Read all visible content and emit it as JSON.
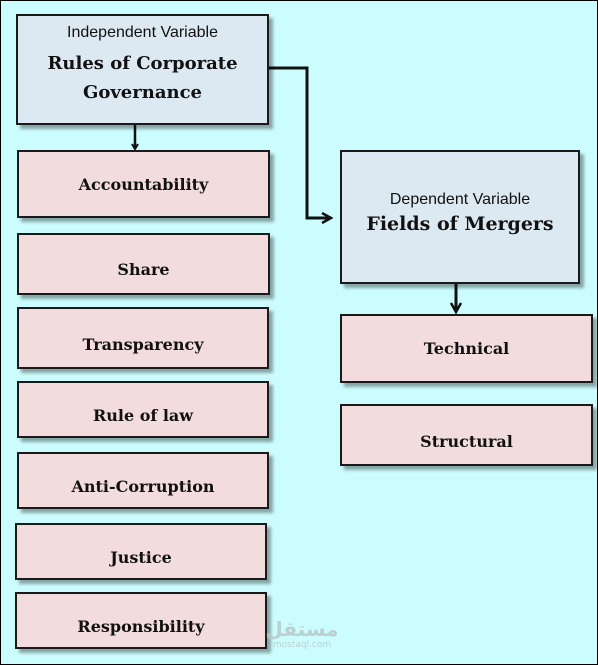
{
  "independent": {
    "caption": "Independent Variable",
    "title_line1": "Rules of Corporate",
    "title_line2": "Governance",
    "items": [
      "Accountability",
      "Share",
      "Transparency",
      "Rule of law",
      "Anti-Corruption",
      "Justice",
      "Responsibility"
    ]
  },
  "dependent": {
    "caption": "Dependent Variable",
    "title": "Fields of Mergers",
    "items": [
      "Technical",
      "Structural"
    ]
  },
  "watermark": {
    "text": "مستقل",
    "url": "mostaql.com"
  },
  "colors": {
    "background": "#ccfdfe",
    "header_box": "#dde9f2",
    "item_box": "#f2dcdd",
    "border": "#1a1a1a"
  }
}
